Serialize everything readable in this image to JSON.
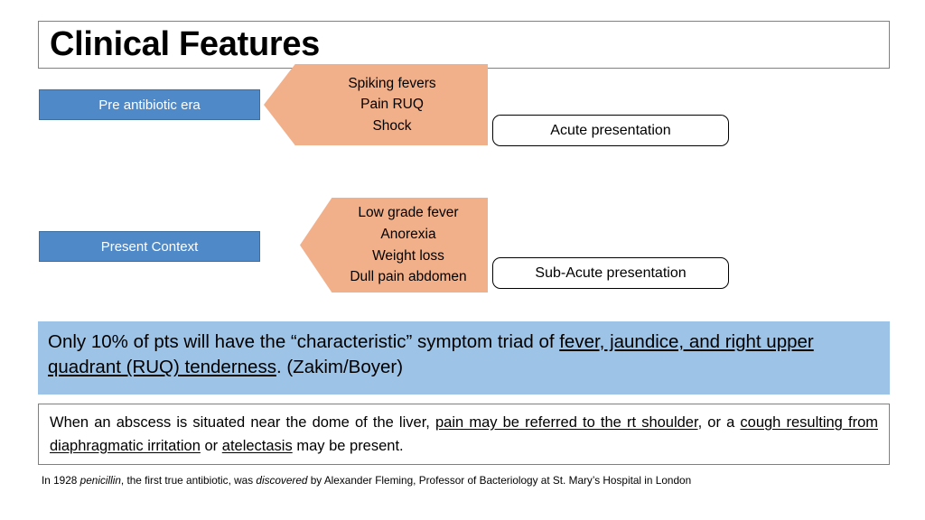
{
  "slide": {
    "title": "Clinical Features",
    "colors": {
      "blue_box": "#4F89C7",
      "chevron_orange": "#F2B08A",
      "highlight_blue": "#9DC3E6",
      "border_gray": "#7F7F7F"
    }
  },
  "rows": [
    {
      "era_label": "Pre antibiotic era",
      "symptoms": [
        "Spiking fevers",
        "Pain RUQ",
        "Shock"
      ],
      "presentation_label": "Acute presentation"
    },
    {
      "era_label": "Present Context",
      "symptoms": [
        "Low grade fever",
        "Anorexia",
        "Weight loss",
        "Dull pain abdomen"
      ],
      "presentation_label": "Sub-Acute presentation"
    }
  ],
  "highlight": {
    "prefix": "Only 10% of pts will have the “characteristic” symptom triad of ",
    "underlined": "fever, jaundice, and right upper quadrant (RUQ) tenderness",
    "suffix": ". (Zakim/Boyer)"
  },
  "paragraph": {
    "part1": "When an abscess is situated near the dome of the liver, ",
    "underlined1": "pain may be referred to the rt shoulder",
    "part2": ", or a ",
    "underlined2": "cough resulting from diaphragmatic irritation",
    "part3": " or ",
    "underlined3": "atelectasis",
    "part4": " may be present."
  },
  "footnote": {
    "part1": "In 1928 ",
    "italic1": "penicillin",
    "part2": ", the first true antibiotic, was ",
    "italic2": "discovered",
    "part3": " by Alexander Fleming, Professor of Bacteriology at St. Mary’s Hospital in London"
  }
}
